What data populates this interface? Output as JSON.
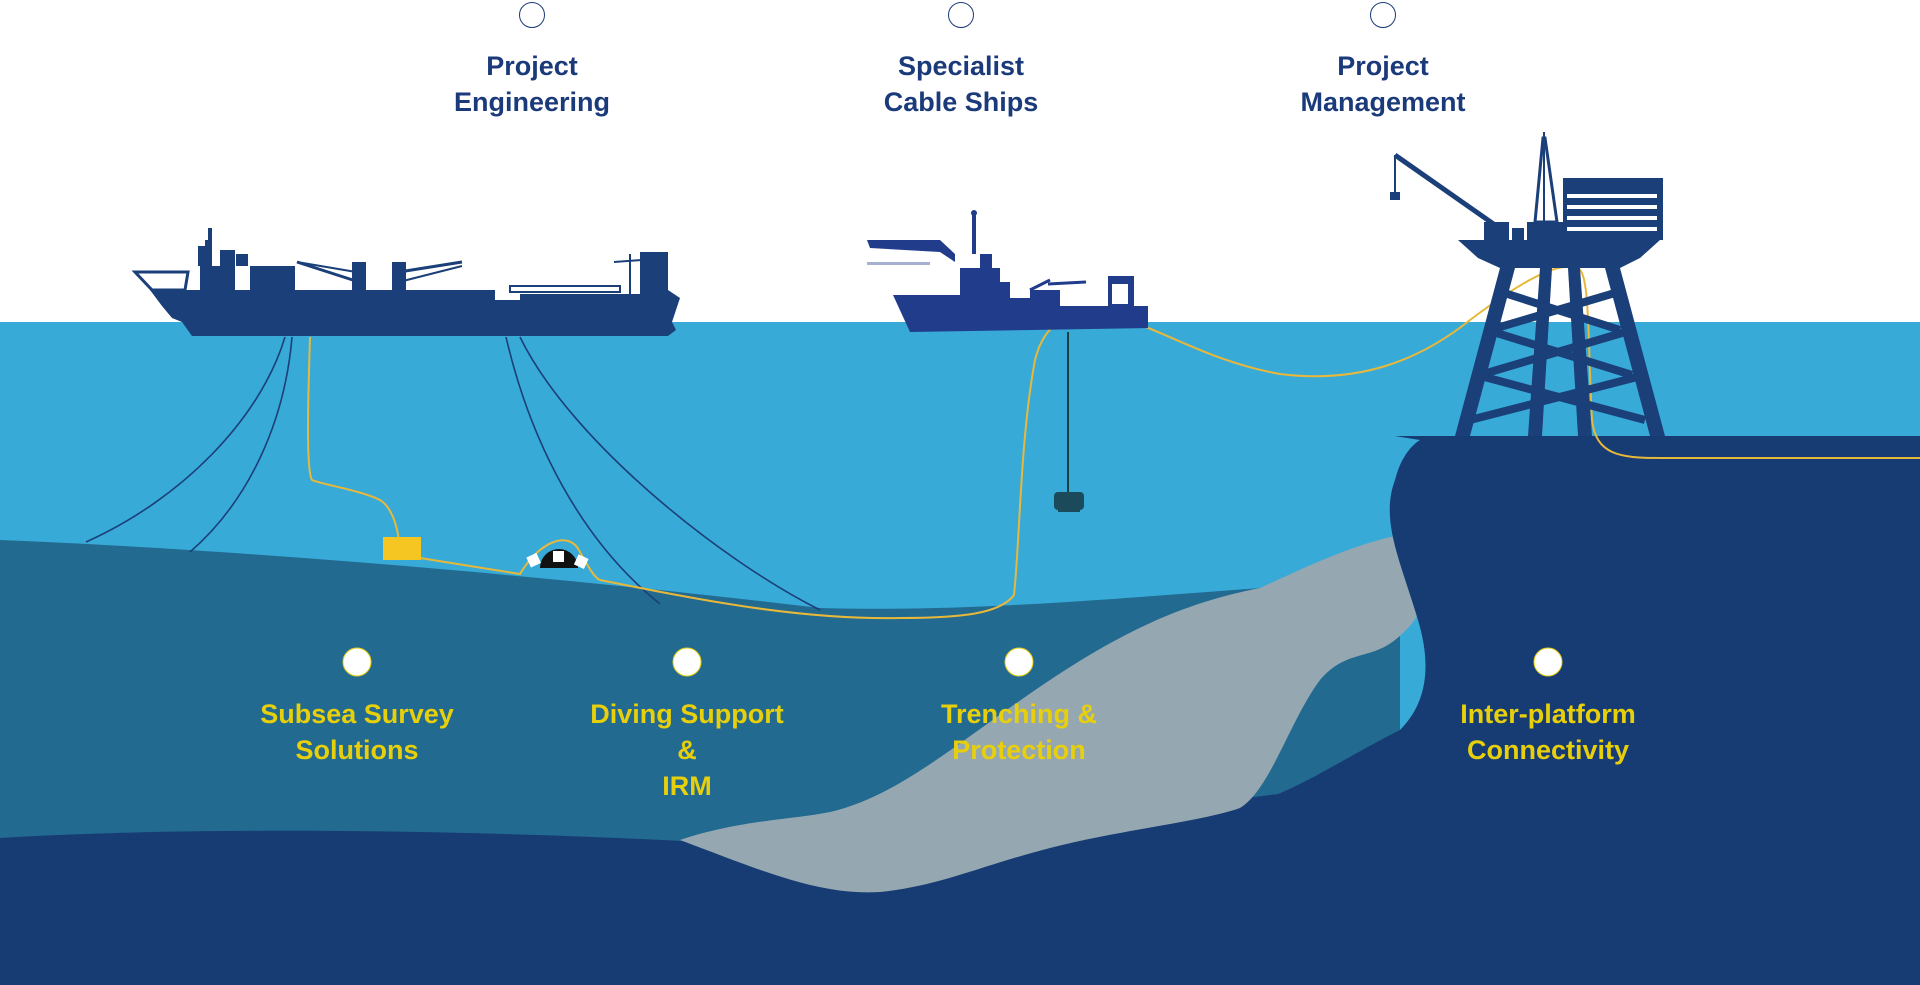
{
  "diagram": {
    "title": "Offshore subsea cable services overview",
    "colors": {
      "sky": "#ffffff",
      "sea": "#38aad8",
      "shelf": "#226a90",
      "deep_floor": "#173c74",
      "sediment": "#95a8b2",
      "vessel": "#1b3f78",
      "cable_ship": "#223c8c",
      "cable": "#e8b83a",
      "mooring_line": "#1b3f78",
      "top_label": "#1b3a7a",
      "bottom_label": "#e8cf0c"
    },
    "top_services": [
      {
        "id": "project-engineering",
        "lines": [
          "Project",
          "Engineering"
        ]
      },
      {
        "id": "specialist-cable-ships",
        "lines": [
          "Specialist",
          "Cable Ships"
        ]
      },
      {
        "id": "project-management",
        "lines": [
          "Project",
          "Management"
        ]
      }
    ],
    "bottom_services": [
      {
        "id": "subsea-survey-solutions",
        "lines": [
          "Subsea Survey",
          "Solutions"
        ]
      },
      {
        "id": "diving-support-irm",
        "lines": [
          "Diving Support",
          "&",
          "IRM"
        ]
      },
      {
        "id": "trenching-protection",
        "lines": [
          "Trenching &",
          "Protection"
        ]
      },
      {
        "id": "inter-platform-connectivity",
        "lines": [
          "Inter-platform",
          "Connectivity"
        ]
      }
    ],
    "illustration_elements": [
      "construction-vessel",
      "cable-lay-ship",
      "offshore-platform",
      "rov",
      "subsea-junction-box",
      "diving-bell-structure",
      "mooring-lines",
      "subsea-cable"
    ]
  }
}
